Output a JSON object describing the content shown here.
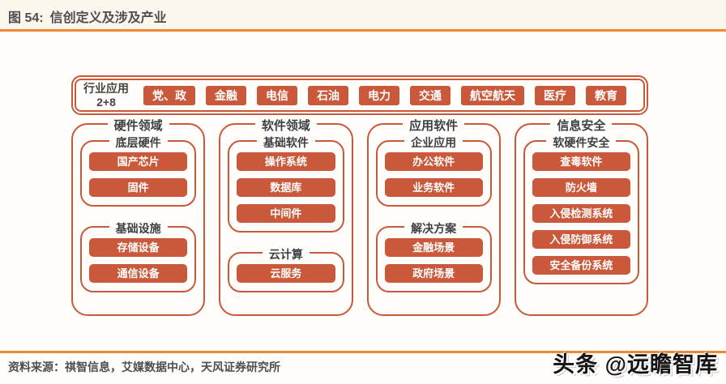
{
  "colors": {
    "rule_orange": "#ee8832",
    "diagram_orange": "#c9593a",
    "text_dark": "#4c4e52",
    "header_bg": "#fcf7ed"
  },
  "figure": {
    "label": "图 54:",
    "title": "信创定义及涉及产业"
  },
  "industry_bar": {
    "label_line1": "行业应用",
    "label_line2": "2+8",
    "industries": [
      "党、政",
      "金融",
      "电信",
      "石油",
      "电力",
      "交通",
      "航空航天",
      "医疗",
      "教育"
    ]
  },
  "columns": [
    {
      "title": "硬件领域",
      "groups": [
        {
          "title": "底层硬件",
          "items": [
            "国产芯片",
            "固件"
          ]
        },
        {
          "title": "基础设施",
          "items": [
            "存储设备",
            "通信设备"
          ]
        }
      ]
    },
    {
      "title": "软件领域",
      "groups": [
        {
          "title": "基础软件",
          "items": [
            "操作系统",
            "数据库",
            "中间件"
          ]
        },
        {
          "title": "云计算",
          "items": [
            "云服务"
          ]
        }
      ]
    },
    {
      "title": "应用软件",
      "groups": [
        {
          "title": "企业应用",
          "items": [
            "办公软件",
            "业务软件"
          ]
        },
        {
          "title": "解决方案",
          "items": [
            "金融场景",
            "政府场景"
          ]
        }
      ]
    },
    {
      "title": "信息安全",
      "groups": [
        {
          "title": "软硬件安全",
          "items": [
            "查毒软件",
            "防火墙",
            "入侵检测系统",
            "入侵防御系统",
            "安全备份系统"
          ]
        }
      ]
    }
  ],
  "footer": {
    "source": "资料来源：祺智信息，艾媒数据中心，天风证券研究所",
    "watermark": "头条 @远瞻智库"
  }
}
